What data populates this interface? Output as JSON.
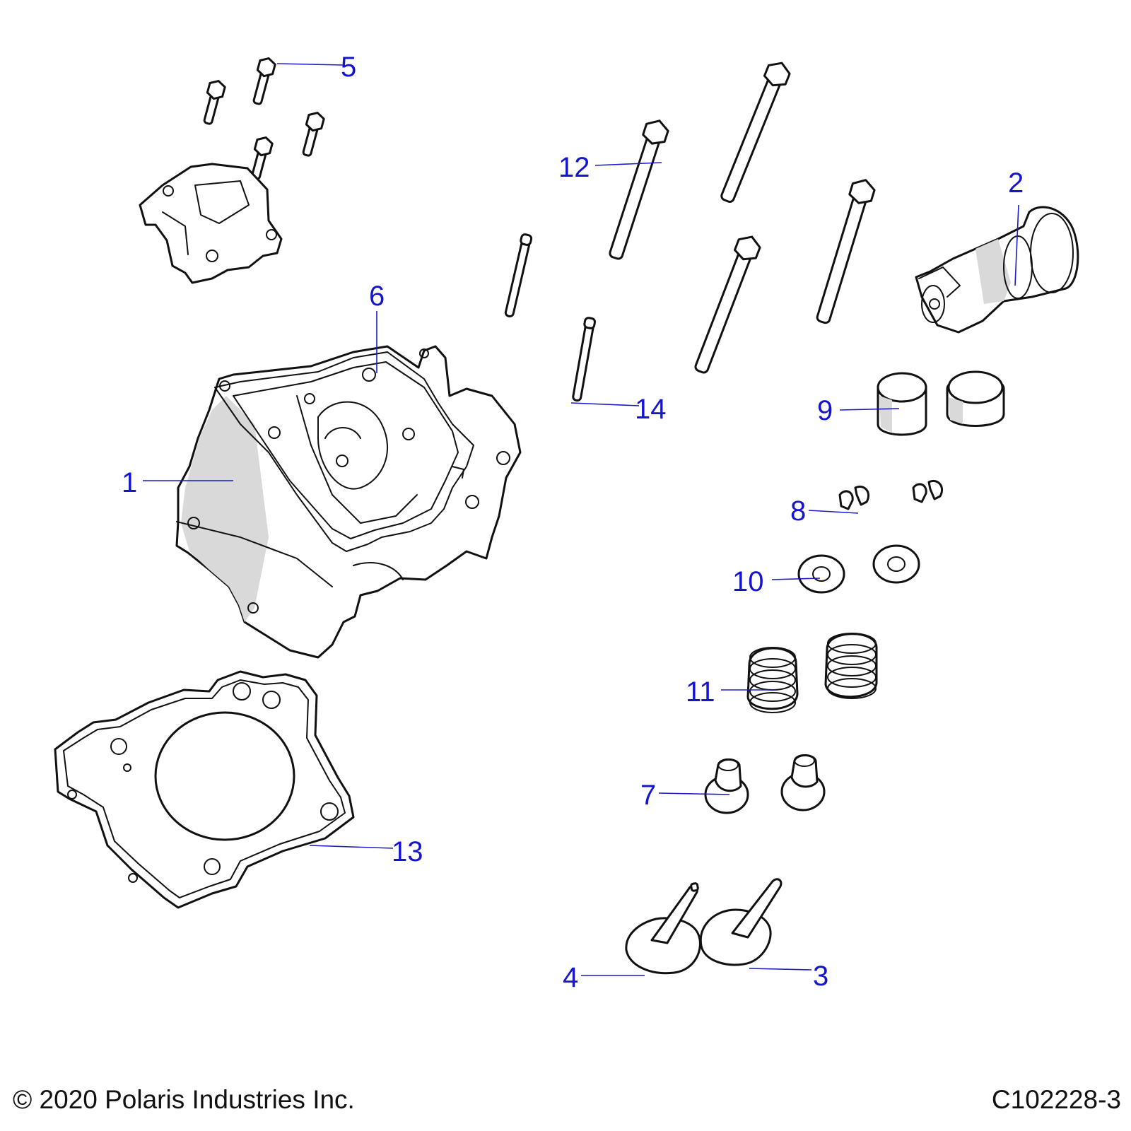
{
  "callouts": {
    "c1": "1",
    "c2": "2",
    "c3": "3",
    "c4": "4",
    "c5": "5",
    "c6": "6",
    "c7": "7",
    "c8": "8",
    "c9": "9",
    "c10": "10",
    "c11": "11",
    "c12": "12",
    "c13": "13",
    "c14": "14"
  },
  "footer": {
    "copyright": "© 2020 Polaris Industries Inc.",
    "diagram_code": "C102228-3"
  },
  "colors": {
    "callout_text": "#1515d0",
    "leader_line": "#1a1ac8",
    "part_outline": "#111111",
    "part_shade": "#d9d9d9"
  }
}
